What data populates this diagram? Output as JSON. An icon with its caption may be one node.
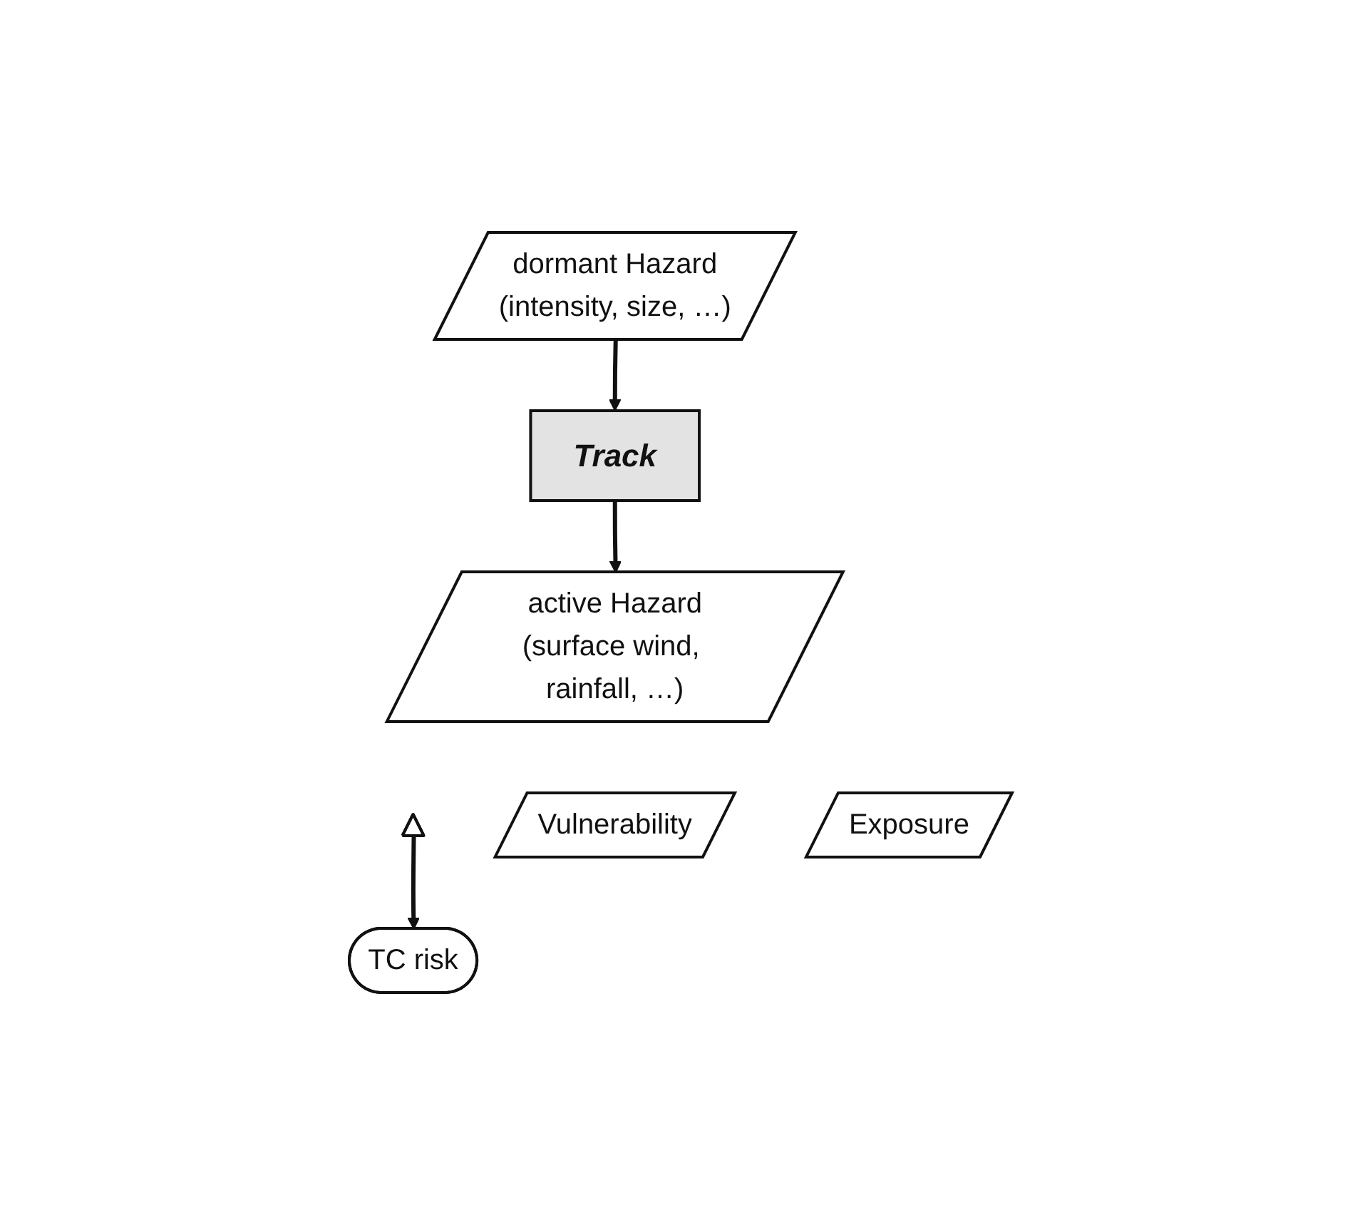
{
  "diagram": {
    "nodes": [
      {
        "text": [
          "dormant Hazard",
          "(intensity, size, …)"
        ]
      },
      {
        "text": [
          "Track"
        ]
      },
      {
        "text": [
          "active Hazard",
          "(surface wind, rainfall, …)"
        ]
      },
      {
        "text": [],
        "shape": "triangle"
      },
      {
        "text": [
          "Vulnerability"
        ]
      },
      {
        "text": [
          "Exposure"
        ]
      },
      {
        "text": [
          "TC risk"
        ]
      }
    ],
    "edges": [
      {
        "from": 0,
        "to": 1,
        "arrow": "to"
      },
      {
        "from": 1,
        "to": 2,
        "arrow": "to"
      },
      {
        "from": 3,
        "to": 6,
        "arrow": "to"
      }
    ]
  }
}
